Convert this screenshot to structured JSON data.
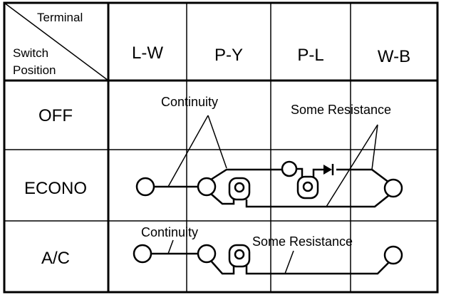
{
  "corner": {
    "terminal": "Terminal",
    "switch": "Switch",
    "position": "Position"
  },
  "columns": [
    "L-W",
    "P-Y",
    "P-L",
    "W-B"
  ],
  "rows": [
    "OFF",
    "ECONO",
    "A/C"
  ],
  "annotations": {
    "continuity_off": "Continuity",
    "some_resistance_off": "Some Resistance",
    "continuity_ac": "Continuity",
    "some_resistance_ac": "Some Resistance"
  }
}
